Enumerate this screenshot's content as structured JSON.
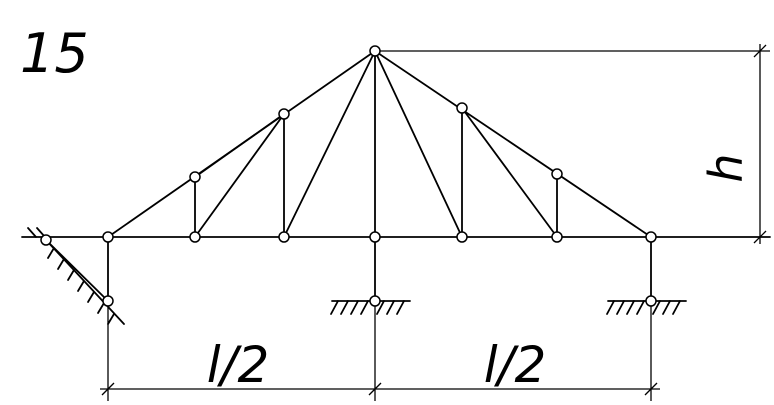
{
  "diagram": {
    "number": "15",
    "height_label": "h",
    "span_left_label": "l/2",
    "span_right_label": "l/2"
  }
}
